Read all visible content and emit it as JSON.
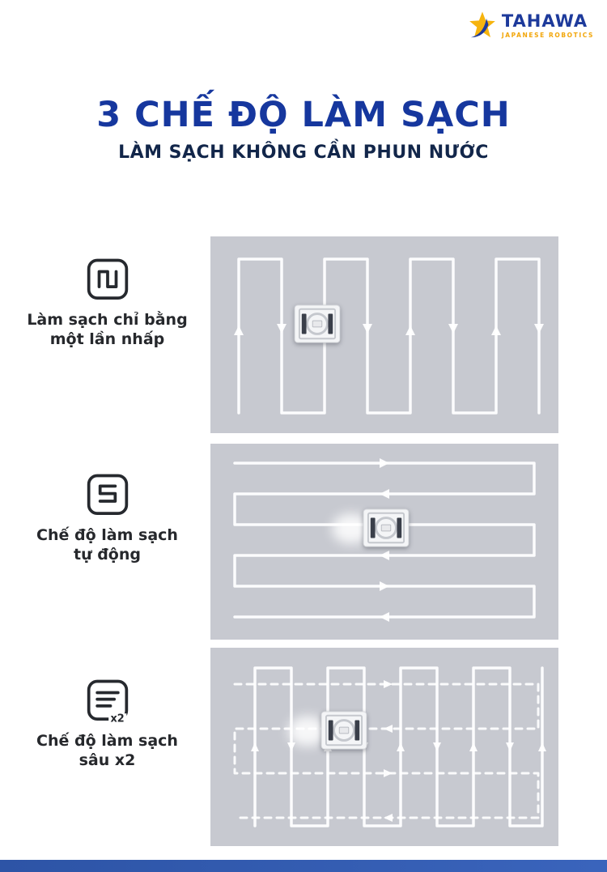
{
  "logo": {
    "brand": "TAHAWA",
    "tagline": "JAPANESE ROBOTICS"
  },
  "header": {
    "title": "3 CHẾ ĐỘ LÀM SẠCH",
    "subtitle": "LÀM SẠCH KHÔNG CẦN PHUN NƯỚC"
  },
  "modes": [
    {
      "label_line1": "Làm sạch chỉ bằng",
      "label_line2": "một lần nhấp",
      "icon": "one-click-path-icon",
      "pattern": "vertical-serpentine"
    },
    {
      "label_line1": "Chế độ làm sạch",
      "label_line2": "tự động",
      "icon": "auto-clean-path-icon",
      "pattern": "horizontal-serpentine"
    },
    {
      "label_line1": "Chế độ làm sạch",
      "label_line2": "sâu x2",
      "icon": "deep-clean-x2-icon",
      "icon_badge": "x2",
      "pattern": "grid-serpentine-double-pass"
    }
  ],
  "colors": {
    "title_blue": "#16379e",
    "subtitle_navy": "#12264a",
    "panel_gray": "#c7c9d0",
    "footer_blue": "#2d54a6",
    "accent_yellow": "#f2a60a",
    "path_white": "#ffffff"
  }
}
